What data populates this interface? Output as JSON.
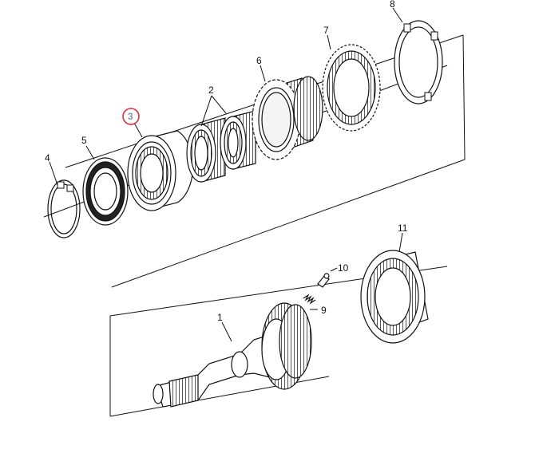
{
  "diagram": {
    "callouts": [
      {
        "id": "1",
        "label": "1"
      },
      {
        "id": "2",
        "label": "2"
      },
      {
        "id": "3",
        "label": "3",
        "highlighted": true
      },
      {
        "id": "4",
        "label": "4"
      },
      {
        "id": "5",
        "label": "5"
      },
      {
        "id": "6",
        "label": "6"
      },
      {
        "id": "7",
        "label": "7"
      },
      {
        "id": "8",
        "label": "8"
      },
      {
        "id": "9",
        "label": "9"
      },
      {
        "id": "10",
        "label": "10"
      },
      {
        "id": "11",
        "label": "11"
      }
    ],
    "colors": {
      "line": "#111111",
      "highlight_ring": "#d9303a",
      "highlight_text": "#8a8fb0",
      "background": "#ffffff"
    }
  }
}
